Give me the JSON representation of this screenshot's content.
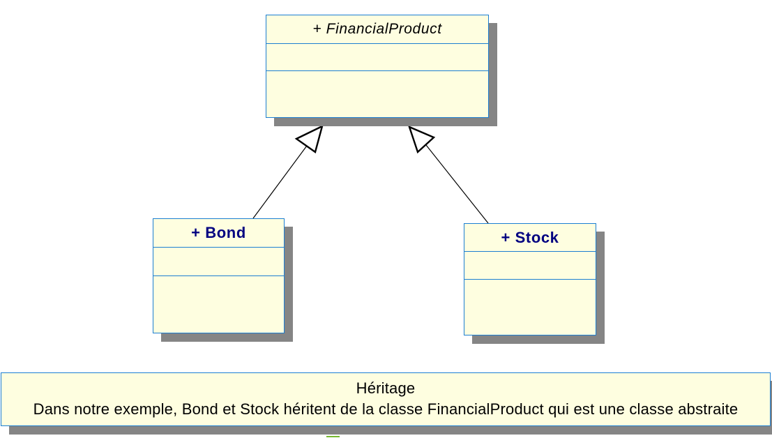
{
  "classes": [
    {
      "id": "FinancialProduct",
      "label": "+ FinancialProduct",
      "visibility": "+",
      "abstract": true,
      "attributes": [],
      "methods": []
    },
    {
      "id": "Bond",
      "label": "+ Bond",
      "visibility": "+",
      "abstract": false,
      "attributes": [],
      "methods": []
    },
    {
      "id": "Stock",
      "label": "+ Stock",
      "visibility": "+",
      "abstract": false,
      "attributes": [],
      "methods": []
    }
  ],
  "relations": [
    {
      "type": "inheritance",
      "from": "Bond",
      "to": "FinancialProduct",
      "arrowhead": "hollow-triangle"
    },
    {
      "type": "inheritance",
      "from": "Stock",
      "to": "FinancialProduct",
      "arrowhead": "hollow-triangle"
    }
  ],
  "note": {
    "line1": "Héritage",
    "line2": "Dans notre exemple, Bond et Stock héritent de la classe FinancialProduct qui est une classe abstraite"
  },
  "colors": {
    "background": "#FFFFFF",
    "class_fill": "#FEFEE0",
    "border_blue": "#1B7ED2",
    "shadow_gray": "#858585",
    "abstract_title_text": "#000000",
    "class_title_text": "#000080",
    "note_text": "#000000",
    "connector_black": "#000000",
    "selection_handle_green": "#76B82F"
  }
}
